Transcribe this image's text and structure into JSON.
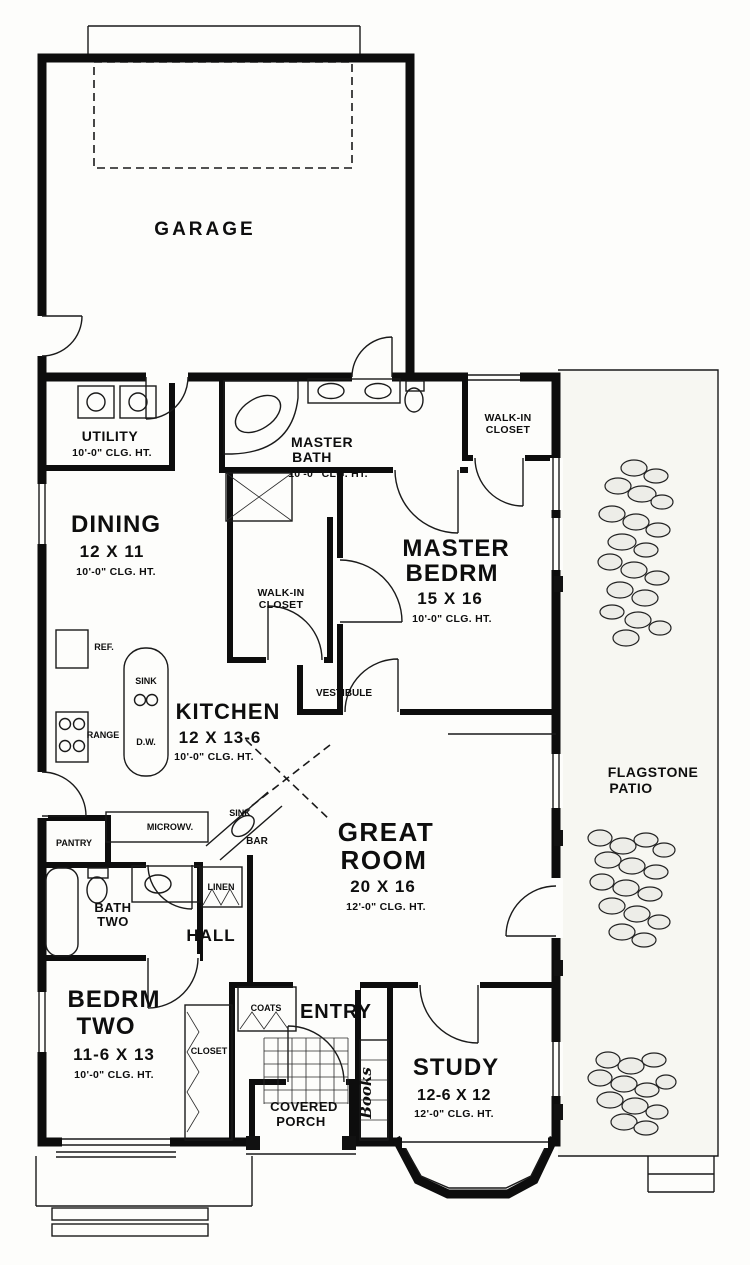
{
  "labels": {
    "garage": "GARAGE",
    "utility": "UTILITY",
    "utility_clg": "10'-0\" CLG. HT.",
    "master_bath_1": "MASTER",
    "master_bath_2": "BATH",
    "master_bath_clg": "10'-0\" CLG. HT.",
    "walkin_top_1": "WALK-IN",
    "walkin_top_2": "CLOSET",
    "dining": "DINING",
    "dining_dims": "12 X 11",
    "dining_clg": "10'-0\" CLG. HT.",
    "master_bedrm_1": "MASTER",
    "master_bedrm_2": "BEDRM",
    "master_bedrm_dims": "15 X 16",
    "master_bedrm_clg": "10'-0\" CLG. HT.",
    "walkin_mid_1": "WALK-IN",
    "walkin_mid_2": "CLOSET",
    "ref": "REF.",
    "sink_kitchen": "SINK",
    "dw": "D.W.",
    "range": "RANGE",
    "kitchen": "KITCHEN",
    "kitchen_dims": "12 X 13-6",
    "kitchen_clg": "10'-0\" CLG. HT.",
    "vestibule": "VESTIBULE",
    "great_room_1": "GREAT",
    "great_room_2": "ROOM",
    "great_room_dims": "20 X 16",
    "great_room_clg": "12'-0\" CLG. HT.",
    "flagstone_1": "FLAGSTONE",
    "flagstone_2": "PATIO",
    "pantry": "PANTRY",
    "microwave": "MICROWV.",
    "sink_bar": "SINK",
    "bar": "BAR",
    "linen": "LINEN",
    "bath_two_1": "BATH",
    "bath_two_2": "TWO",
    "hall": "HALL",
    "bedrm_two_1": "BEDRM",
    "bedrm_two_2": "TWO",
    "bedrm_two_dims": "11-6 X 13",
    "bedrm_two_clg": "10'-0\" CLG. HT.",
    "coats": "COATS",
    "entry": "ENTRY",
    "closet": "CLOSET",
    "study": "STUDY",
    "study_dims": "12-6 X 12",
    "study_clg": "12'-0\" CLG. HT.",
    "covered_porch_1": "COVERED",
    "covered_porch_2": "PORCH",
    "books": "Books"
  }
}
